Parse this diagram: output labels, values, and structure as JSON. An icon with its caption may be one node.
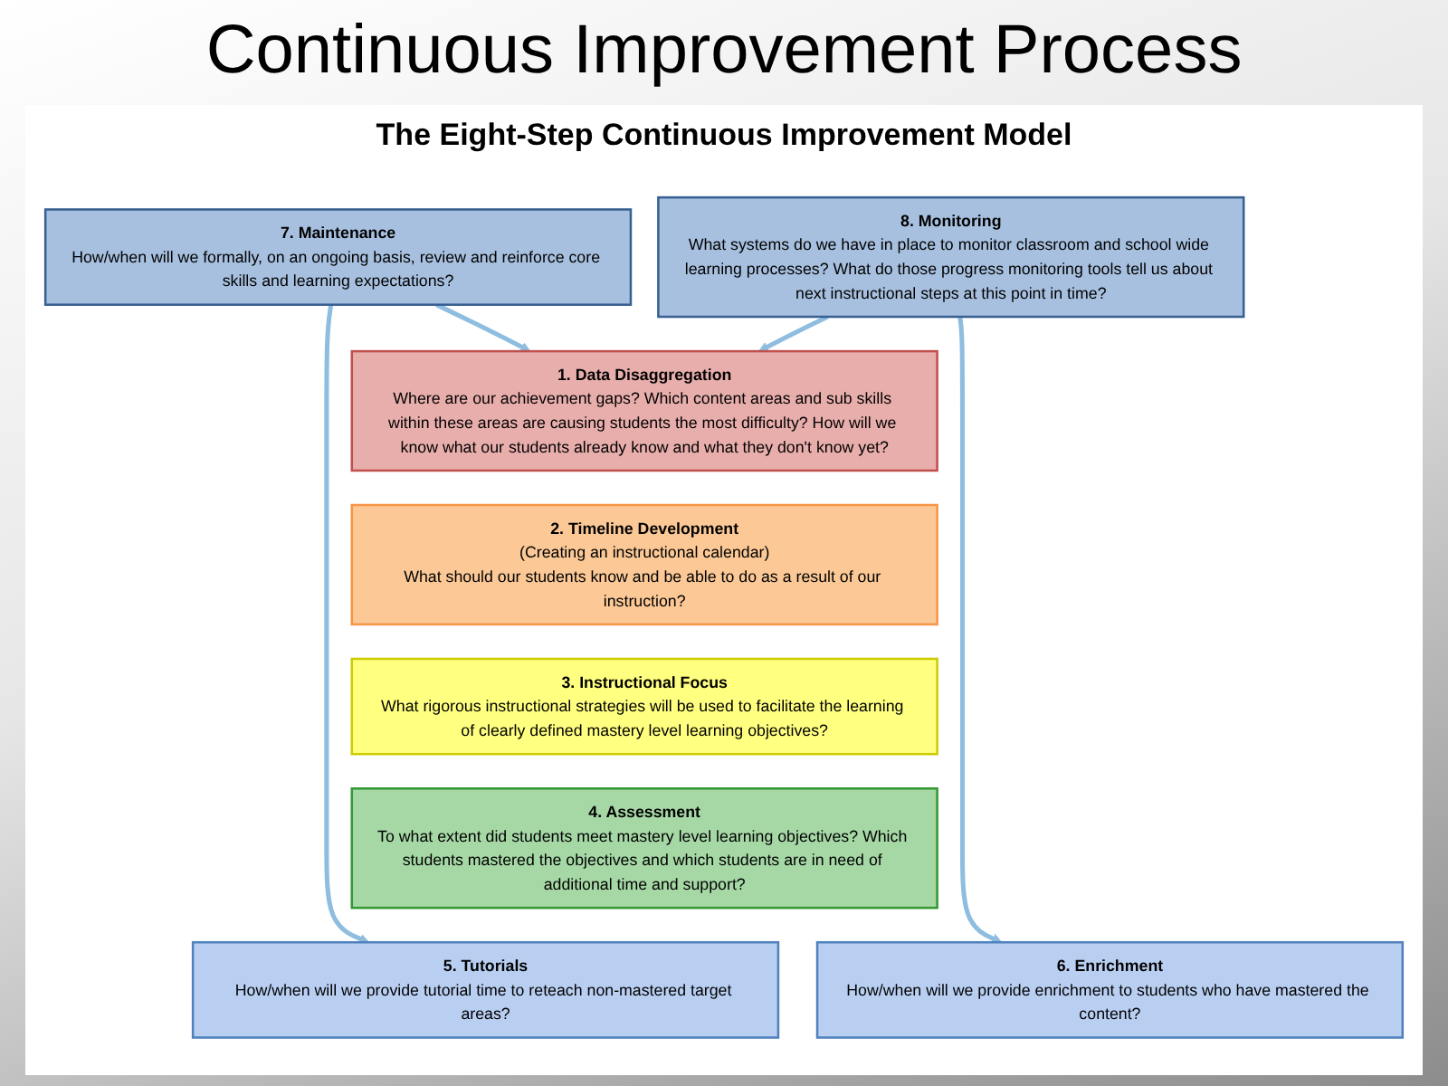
{
  "diagram": {
    "title": "Continuous Improvement Process",
    "nodes": [
      {
        "text": [
          "1. Data Disaggregation",
          "Where are our achievement gaps? Which content areas and sub skills within these areas are causing students the most difficulty? How will we know what our students already know and what they don't know yet?"
        ]
      },
      {
        "text": [
          "2. Timeline Development",
          "(Creating an instructional calendar)",
          "What should our students know and be able to do as a result of our instruction?"
        ]
      },
      {
        "text": [
          "3. Instructional Focus",
          "What rigorous instructional strategies will be used to facilitate the learning of clearly defined mastery level learning objectives?"
        ]
      },
      {
        "text": [
          "4. Assessment",
          "To what extent did students meet mastery level learning objectives? Which students mastered the objectives and which students are in need of additional time and support?"
        ]
      },
      {
        "text": [
          "5. Tutorials",
          "How/when will we provide tutorial time to reteach non-mastered target areas?"
        ]
      },
      {
        "text": [
          "6. Enrichment",
          "How/when will we provide enrichment to students who have mastered the content?"
        ]
      },
      {
        "text": [
          "7. Maintenance",
          "How/when will we formally, on an ongoing basis, review and reinforce core skills and learning expectations?"
        ]
      },
      {
        "text": [
          "8. Monitoring",
          "What systems do we have in place to monitor classroom and school wide learning processes? What do those progress monitoring tools tell us about next instructional steps at this point in time?"
        ]
      }
    ],
    "edges": [
      {
        "from": 6,
        "to": 0,
        "arrow": "to"
      },
      {
        "from": 7,
        "to": 0,
        "arrow": "to"
      },
      {
        "from": 6,
        "to": 4,
        "arrow": "to"
      },
      {
        "from": 7,
        "to": 5,
        "arrow": "to"
      }
    ],
    "labels": [
      "The Eight-Step Continuous Improvement Model"
    ]
  }
}
